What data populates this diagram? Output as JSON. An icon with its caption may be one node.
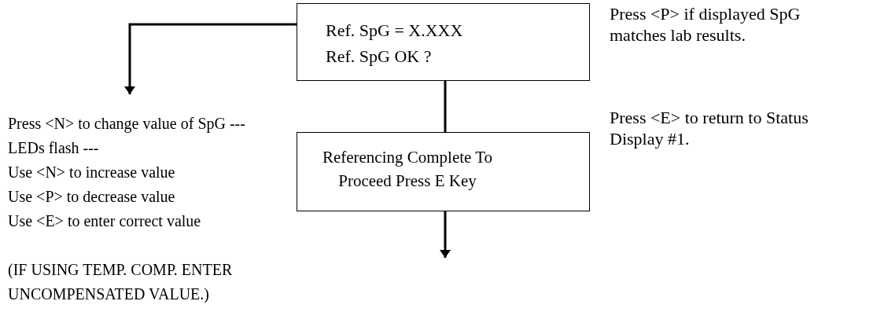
{
  "diagram": {
    "nodes": [
      {
        "text": [
          "Ref. SpG = X.XXX",
          "Ref. SpG OK ?"
        ],
        "beside": [
          "Press <P> if displayed SpG matches lab results."
        ]
      },
      {
        "text": [
          "Referencing Complete To Proceed Press E Key"
        ],
        "beside": [
          "Press <E> to return to Status Display #1."
        ]
      },
      {
        "text": [
          "Press <N> to change value of SpG --- LEDs flash ---",
          "Use <N> to increase value",
          "Use <P> to decrease value",
          "Use <E> to enter correct value",
          "(IF USING TEMP. COMP. ENTER UNCOMPENSATED VALUE.)"
        ]
      }
    ],
    "edges": [
      {
        "from": 0,
        "to": 2,
        "arrow": "to"
      },
      {
        "from": 0,
        "to": 1,
        "arrow": "none"
      },
      {
        "from": 1,
        "to": null,
        "arrow": "to"
      }
    ]
  }
}
